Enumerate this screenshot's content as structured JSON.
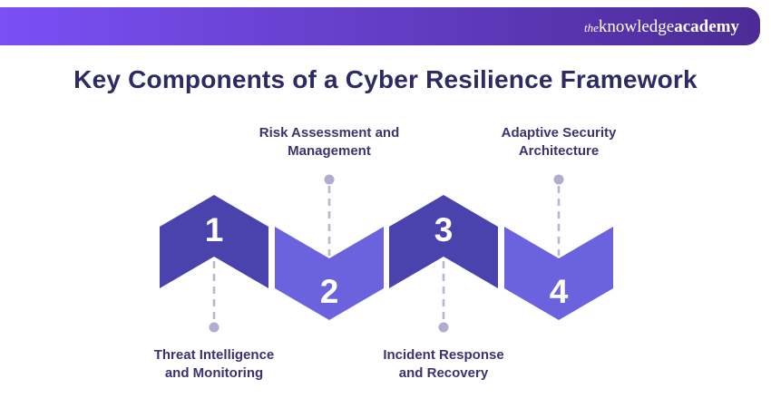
{
  "header": {
    "logo": {
      "prefix": "the",
      "word1": "knowledge",
      "word2": "academy"
    },
    "gradient_left": "#7b4ff5",
    "gradient_right": "#4c2b96",
    "text_color": "#ffffff"
  },
  "title": {
    "text": "Key Components of a Cyber Resilience Framework",
    "color": "#2e2a63"
  },
  "connector": {
    "line_color": "#bab6d2",
    "dot_color": "#b1acd0"
  },
  "label_color": "#3a3370",
  "steps": [
    {
      "number": "1",
      "direction": "up",
      "color": "#4a43ad",
      "label_position": "bottom",
      "label_line1": "Threat Intelligence",
      "label_line2": "and Monitoring"
    },
    {
      "number": "2",
      "direction": "down",
      "color": "#6b62de",
      "label_position": "top",
      "label_line1": "Risk Assessment and",
      "label_line2": "Management"
    },
    {
      "number": "3",
      "direction": "up",
      "color": "#4a43ad",
      "label_position": "bottom",
      "label_line1": "Incident Response",
      "label_line2": "and Recovery"
    },
    {
      "number": "4",
      "direction": "down",
      "color": "#6b62de",
      "label_position": "top",
      "label_line1": "Adaptive Security",
      "label_line2": "Architecture"
    }
  ]
}
